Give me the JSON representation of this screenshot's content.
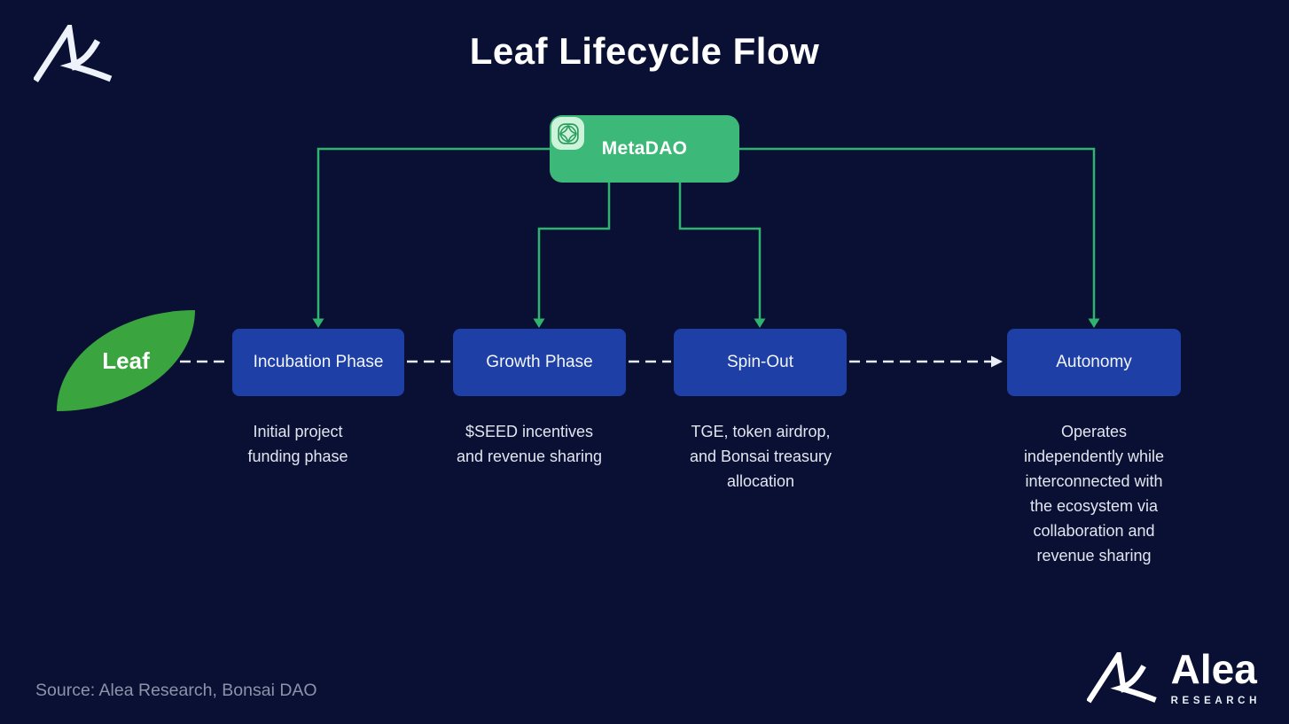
{
  "title": "Leaf Lifecycle Flow",
  "root_node": {
    "label": "MetaDAO",
    "icon": "metadao-pinwheel-icon"
  },
  "leaf_node": {
    "label": "Leaf"
  },
  "stages": [
    {
      "label": "Incubation Phase",
      "description": "Initial project\nfunding phase"
    },
    {
      "label": "Growth Phase",
      "description": "$SEED incentives\nand revenue sharing"
    },
    {
      "label": "Spin-Out",
      "description": "TGE, token airdrop,\nand Bonsai treasury\nallocation"
    },
    {
      "label": "Autonomy",
      "description": "Operates\nindependently while\ninterconnected with\nthe ecosystem via\ncollaboration and\nrevenue sharing"
    }
  ],
  "footer": {
    "source": "Source: Alea Research, Bonsai DAO"
  },
  "brand": {
    "name": "Alea",
    "subtitle": "RESEARCH",
    "icon": "alea-logo-icon"
  },
  "colors": {
    "background": "#0A1033",
    "metadao_green": "#3CB878",
    "metadao_tile": "#CDF3DA",
    "leaf_green": "#3AA43E",
    "stage_blue": "#1E3FA6",
    "connector_green": "#30B36E",
    "dashed_line": "#E9EDF5",
    "source_text": "#8C93A9"
  }
}
